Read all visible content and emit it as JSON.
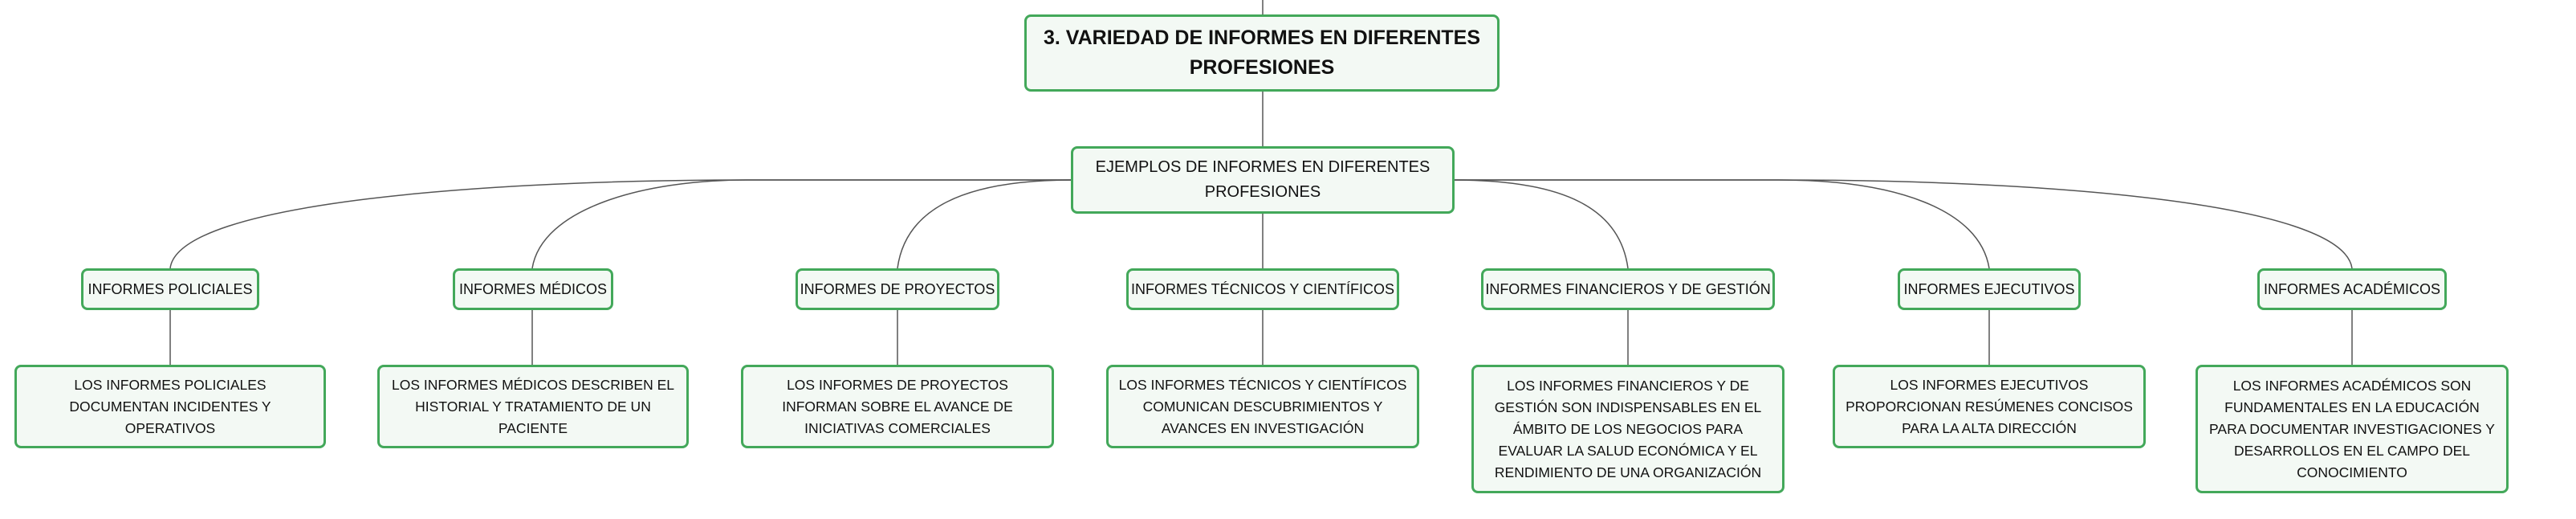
{
  "colors": {
    "node_border": "#43a85a",
    "node_fill": "#f3f9f4",
    "connector": "#555555"
  },
  "root": {
    "title": "3. VARIEDAD DE INFORMES EN DIFERENTES PROFESIONES"
  },
  "examples_node": {
    "label": "EJEMPLOS DE INFORMES EN DIFERENTES PROFESIONES"
  },
  "categories": [
    {
      "label": "INFORMES POLICIALES",
      "description": "LOS INFORMES POLICIALES DOCUMENTAN INCIDENTES Y OPERATIVOS"
    },
    {
      "label": "INFORMES MÉDICOS",
      "description": "LOS INFORMES MÉDICOS DESCRIBEN EL HISTORIAL Y TRATAMIENTO DE UN PACIENTE"
    },
    {
      "label": "INFORMES DE PROYECTOS",
      "description": "LOS INFORMES DE PROYECTOS INFORMAN SOBRE EL AVANCE DE INICIATIVAS COMERCIALES"
    },
    {
      "label": "INFORMES TÉCNICOS Y CIENTÍFICOS",
      "description": "LOS INFORMES TÉCNICOS Y CIENTÍFICOS COMUNICAN DESCUBRIMIENTOS Y AVANCES EN INVESTIGACIÓN"
    },
    {
      "label": "INFORMES FINANCIEROS Y DE GESTIÓN",
      "description": "LOS INFORMES FINANCIEROS Y DE GESTIÓN SON INDISPENSABLES EN EL ÁMBITO DE LOS NEGOCIOS PARA EVALUAR LA SALUD ECONÓMICA Y EL RENDIMIENTO DE UNA ORGANIZACIÓN"
    },
    {
      "label": "INFORMES EJECUTIVOS",
      "description": "LOS INFORMES EJECUTIVOS PROPORCIONAN RESÚMENES CONCISOS PARA LA ALTA DIRECCIÓN"
    },
    {
      "label": "INFORMES ACADÉMICOS",
      "description": "LOS INFORMES ACADÉMICOS SON FUNDAMENTALES EN LA EDUCACIÓN PARA DOCUMENTAR INVESTIGACIONES Y DESARROLLOS EN EL CAMPO DEL CONOCIMIENTO"
    }
  ]
}
